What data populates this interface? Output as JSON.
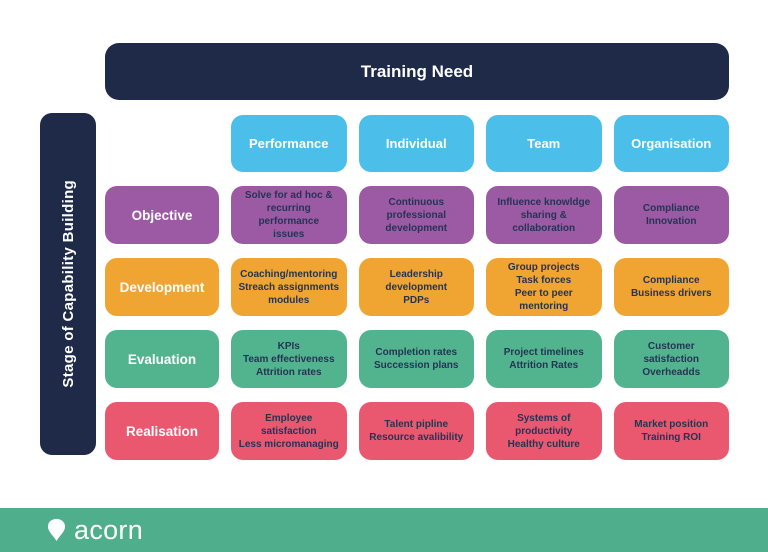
{
  "header": {
    "title": "Training Need",
    "bg_color": "#1e2a47"
  },
  "side_axis": {
    "label": "Stage of Capability Building",
    "bg_color": "#1e2a47"
  },
  "matrix": {
    "column_header_color": "#4bbfe9",
    "cell_text_color": "#253455",
    "columns": [
      "Performance",
      "Individual",
      "Team",
      "Organisation"
    ],
    "rows": [
      {
        "label": "Objective",
        "color": "#9c59a4",
        "cells": [
          [
            "Solve for ad hoc &",
            "recurring performance",
            "issues"
          ],
          [
            "Continuous professional",
            "development"
          ],
          [
            "Influence knowldge",
            "sharing & collaboration"
          ],
          [
            "Compliance",
            "Innovation"
          ]
        ]
      },
      {
        "label": "Development",
        "color": "#f0a431",
        "cells": [
          [
            "Coaching/mentoring",
            "Streach assignments",
            "modules"
          ],
          [
            "Leadership development",
            "PDPs"
          ],
          [
            "Group projects",
            "Task forces",
            "Peer to peer mentoring"
          ],
          [
            "Compliance",
            "Business drivers"
          ]
        ]
      },
      {
        "label": "Evaluation",
        "color": "#52b48e",
        "cells": [
          [
            "KPIs",
            "Team effectiveness",
            "Attrition rates"
          ],
          [
            "Completion rates",
            "Succession plans"
          ],
          [
            "Project timelines",
            "Attrition Rates"
          ],
          [
            "Customer satisfaction",
            "Overheadds"
          ]
        ]
      },
      {
        "label": "Realisation",
        "color": "#e9586f",
        "cells": [
          [
            "Employee satisfaction",
            "Less micromanaging"
          ],
          [
            "Talent pipline",
            "Resource avalibility"
          ],
          [
            "Systems of productivity",
            "Healthy culture"
          ],
          [
            "Market position",
            "Training ROI"
          ]
        ]
      }
    ]
  },
  "footer": {
    "brand": "acorn",
    "bg_color": "#4fae8c",
    "icon": "acorn-icon"
  }
}
